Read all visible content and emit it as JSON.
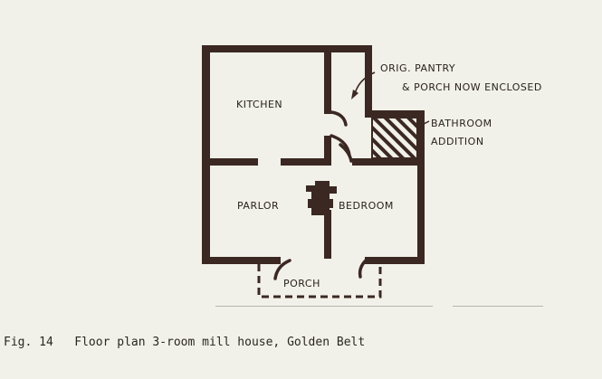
{
  "rooms": {
    "kitchen": "KITCHEN",
    "parlor": "PARLOR",
    "bedroom": "BEDROOM",
    "porch": "PORCH"
  },
  "annotations": {
    "pantry_line1": "ORIG. PANTRY",
    "pantry_line2": "& PORCH NOW ENCLOSED",
    "bathroom_line1": "BATHROOM",
    "bathroom_line2": "ADDITION"
  },
  "caption": {
    "fig_number": "Fig. 14",
    "text": "Floor plan 3-room mill house, Golden Belt"
  },
  "colors": {
    "wall": "#3b2822",
    "paper": "#f1f0e9",
    "ink": "#2a221d"
  }
}
